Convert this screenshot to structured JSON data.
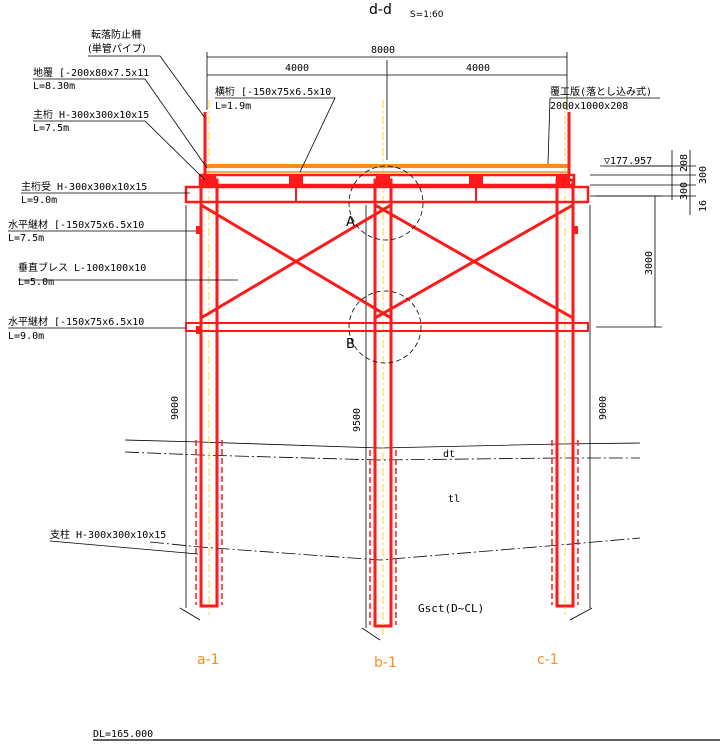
{
  "title": "d-d",
  "scale": "S=1:60",
  "dims": {
    "total": "8000",
    "half_left": "4000",
    "half_right": "4000",
    "dim_208": "208",
    "dim_300a": "300",
    "dim_300b": "300",
    "dim_16": "16",
    "dim_3000": "3000",
    "dim_9000_left": "9000",
    "dim_9500": "9500",
    "dim_9000_right": "9000"
  },
  "elevation_mark": "▽177.957",
  "labels": {
    "fall_fence_1": "転落防止柵",
    "fall_fence_2": "(単管パイプ)",
    "jifuku_1": "地覆 [-200x80x7.5x11",
    "jifuku_2": "L=8.30m",
    "shugeta_1": "主桁 H-300x300x10x15",
    "shugeta_2": "L=7.5m",
    "shugetauke_1": "主桁受 H-300x300x10x15",
    "shugetauke_2": "L=9.0m",
    "suihei1_1": "水平継材 [-150x75x6.5x10",
    "suihei1_2": "L=7.5m",
    "brace_1": "垂直ブレス L-100x100x10",
    "brace_2": "L=5.0m",
    "suihei2_1": "水平継材 [-150x75x6.5x10",
    "suihei2_2": "L=9.0m",
    "yokogeta_1": "横桁 [-150x75x6.5x10",
    "yokogeta_2": "L=1.9m",
    "fukkou_1": "覆工版(落とし込み式)",
    "fukkou_2": "2000x1000x208",
    "shichu": "支柱 H-300x300x10x15",
    "detail_a": "A",
    "detail_b": "B",
    "soil_dt": "dt",
    "soil_tl": "tl",
    "soil_gsct": "Gsct(D~CL)",
    "pile_a": "a-1",
    "pile_b": "b-1",
    "pile_c": "c-1",
    "datum": "DL=165.000"
  },
  "colors": {
    "steel": "#ff1a1a",
    "deck": "#ff8c1a",
    "centerline": "#ffd633",
    "pile_label": "#ff8c1a",
    "line": "#000000"
  }
}
